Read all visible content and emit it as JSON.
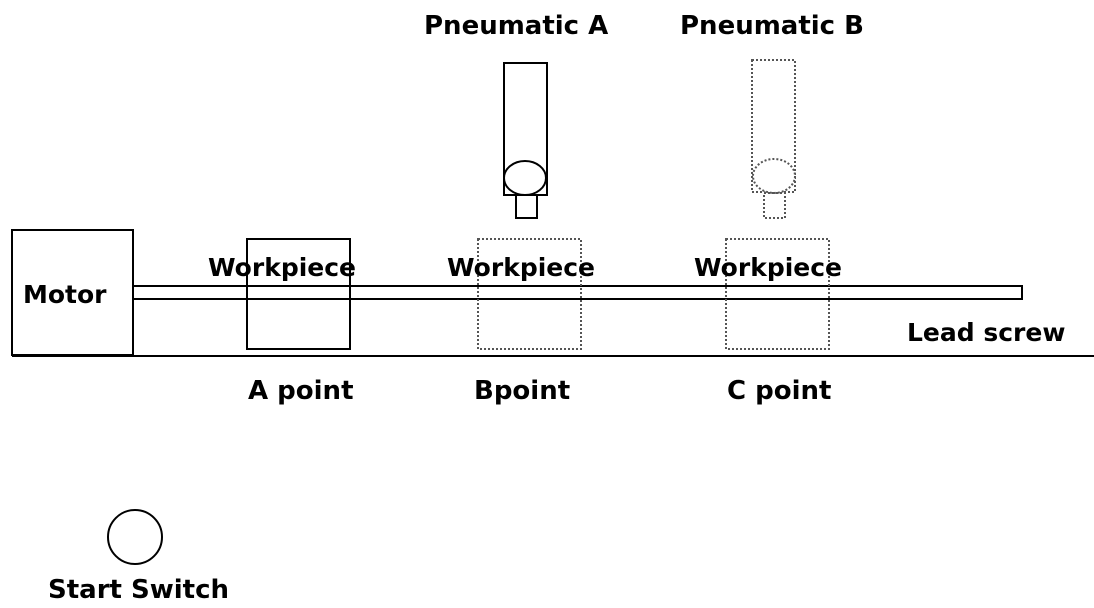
{
  "labels": {
    "pneumatic_a": "Pneumatic A",
    "pneumatic_b": "Pneumatic B",
    "motor": "Motor",
    "workpiece_a": "Workpiece",
    "workpiece_b": "Workpiece",
    "workpiece_c": "Workpiece",
    "lead_screw": "Lead screw",
    "point_a": "A point",
    "point_b": "Bpoint",
    "point_c": "C point",
    "start_switch": "Start Switch"
  },
  "colors": {
    "stroke": "#000000",
    "dotted_stroke": "#555555",
    "background": "#ffffff"
  }
}
